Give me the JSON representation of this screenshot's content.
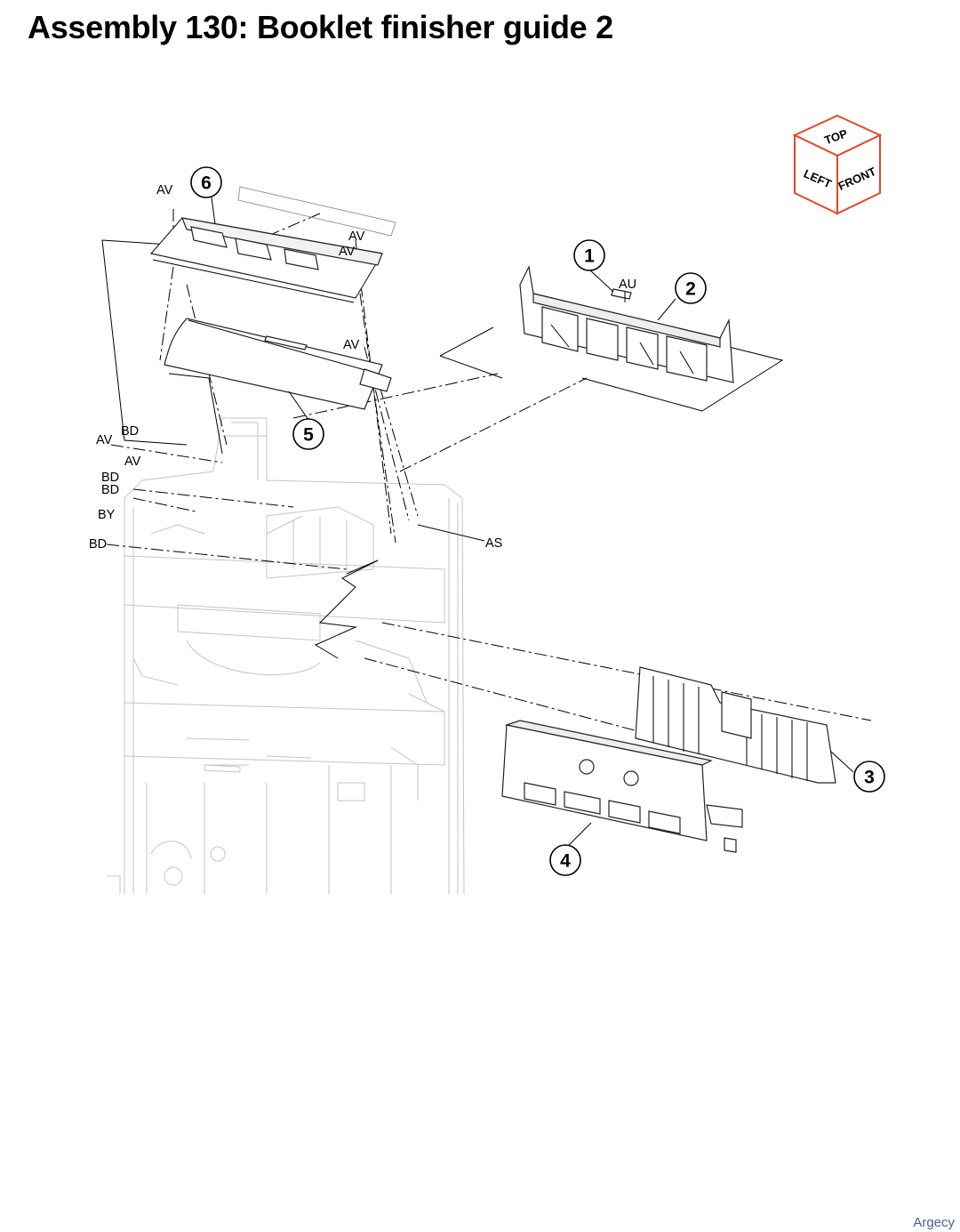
{
  "page": {
    "title": "Assembly 130: Booklet finisher guide 2",
    "watermark": "Argecy"
  },
  "orientation_cube": {
    "top": "TOP",
    "left": "LEFT",
    "front": "FRONT",
    "accent_color": "#e8472b"
  },
  "callouts": [
    {
      "id": "callout-1",
      "number": "1"
    },
    {
      "id": "callout-2",
      "number": "2"
    },
    {
      "id": "callout-3",
      "number": "3"
    },
    {
      "id": "callout-4",
      "number": "4"
    },
    {
      "id": "callout-5",
      "number": "5"
    },
    {
      "id": "callout-6",
      "number": "6"
    }
  ],
  "reference_labels": {
    "av_top": "AV",
    "av_right_1": "AV",
    "av_right_2": "AV",
    "av_mid": "AV",
    "av_left_1": "AV",
    "av_left_2": "AV",
    "bd_1": "BD",
    "bd_2": "BD",
    "bd_3": "BD",
    "bd_4": "BD",
    "by": "BY",
    "au": "AU",
    "as": "AS"
  }
}
